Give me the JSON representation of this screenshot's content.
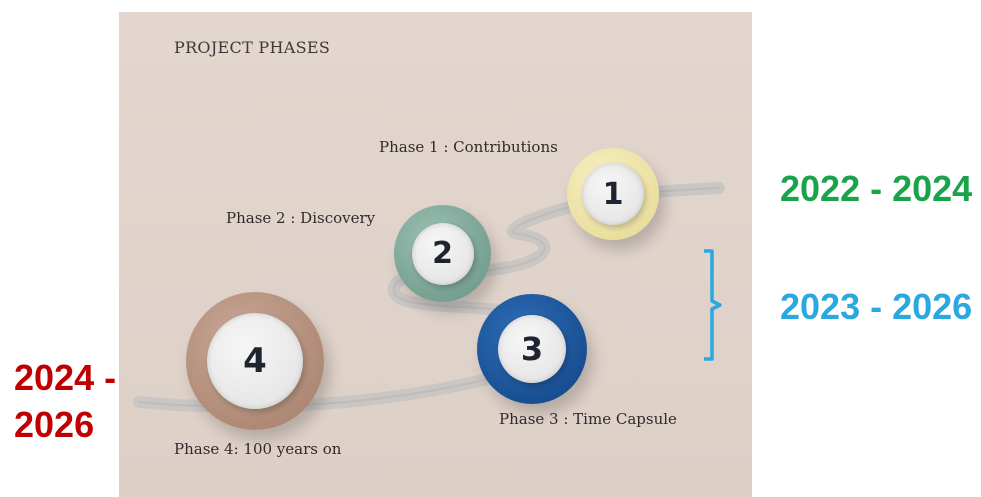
{
  "panel": {
    "title": "PROJECT PHASES"
  },
  "phases": [
    {
      "number": "1",
      "label": "Phase 1 : Contributions",
      "ring_color": "#ece3a8"
    },
    {
      "number": "2",
      "label": "Phase 2 : Discovery",
      "ring_color": "#7fa89a"
    },
    {
      "number": "3",
      "label": "Phase 3 : Time Capsule",
      "ring_color": "#1f5a9e"
    },
    {
      "number": "4",
      "label": "Phase 4: 100 years on",
      "ring_color": "#b89582"
    }
  ],
  "years": {
    "phase1": {
      "text": "2022 - 2024",
      "color": "#1aa34a"
    },
    "phase2_3": {
      "text": "2023 - 2026",
      "color": "#29a9e0"
    },
    "phase4_line1": {
      "text": "2024 -",
      "color": "#c00000"
    },
    "phase4_line2": {
      "text": "2026",
      "color": "#c00000"
    }
  },
  "bracket_color": "#29a9e0",
  "road_color": "#c9c6c4"
}
